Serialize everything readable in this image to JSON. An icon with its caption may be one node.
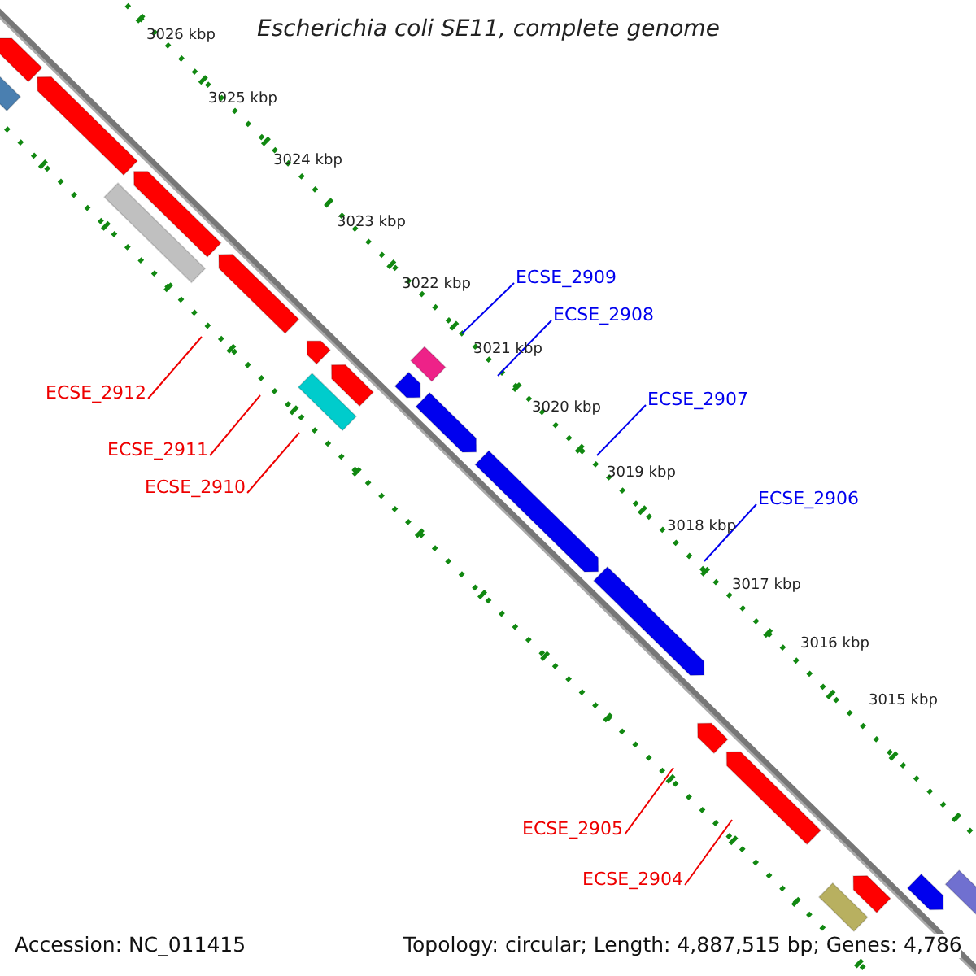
{
  "diagram": {
    "title": "Escherichia coli SE11, complete genome",
    "nodes": [
      {
        "text": [
          "ECSE_2909"
        ]
      },
      {
        "text": [
          "ECSE_2908"
        ]
      },
      {
        "text": [
          "ECSE_2912"
        ]
      },
      {
        "text": [
          "ECSE_2907"
        ]
      },
      {
        "text": [
          "ECSE_2911"
        ]
      },
      {
        "text": [
          "ECSE_2910"
        ]
      },
      {
        "text": [
          "ECSE_2906"
        ]
      },
      {
        "text": [
          "ECSE_2905"
        ]
      },
      {
        "text": [
          "ECSE_2904"
        ]
      }
    ],
    "edges": [
      {
        "from": 0,
        "to": null,
        "arrow": "none",
        "color": "#0000ee"
      },
      {
        "from": 1,
        "to": null,
        "arrow": "none",
        "color": "#0000ee"
      },
      {
        "from": 2,
        "to": null,
        "arrow": "none"
      },
      {
        "from": 3,
        "to": null,
        "arrow": "none",
        "color": "#0000ee"
      },
      {
        "from": 4,
        "to": null,
        "arrow": "none"
      },
      {
        "from": 5,
        "to": null,
        "arrow": "none"
      },
      {
        "from": 6,
        "to": null,
        "arrow": "none",
        "color": "#0000ee"
      },
      {
        "from": 7,
        "to": null,
        "arrow": "none"
      },
      {
        "from": 8,
        "to": null,
        "arrow": "none"
      }
    ],
    "labels": [
      "3026 kbp",
      "3025 kbp",
      "3024 kbp",
      "3023 kbp",
      "3022 kbp",
      "3021 kbp",
      "3020 kbp",
      "3019 kbp",
      "3018 kbp",
      "3017 kbp",
      "3016 kbp",
      "3015 kbp",
      "Accession: NC_011415",
      "Topology: circular; Length: 4,887,515 bp; Genes: 4,786"
    ]
  }
}
